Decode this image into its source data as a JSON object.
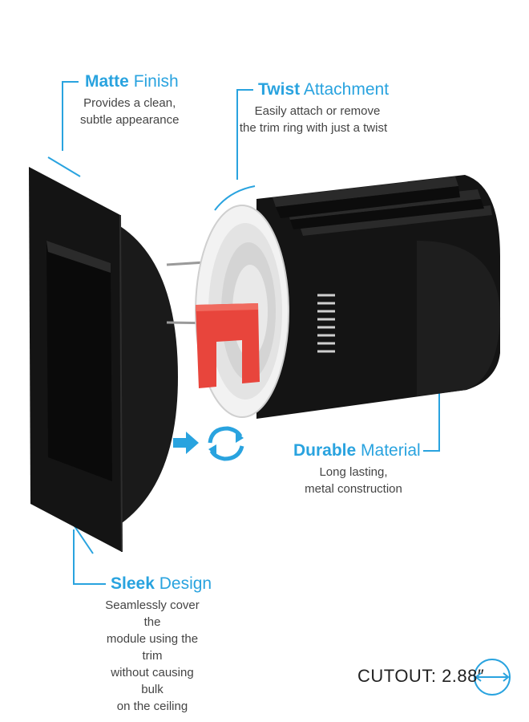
{
  "callouts": {
    "matte": {
      "bold": "Matte",
      "light": "Finish",
      "desc": [
        "Provides a clean,",
        "subtle appearance"
      ]
    },
    "twist": {
      "bold": "Twist",
      "light": "Attachment",
      "desc": [
        "Easily attach or remove",
        "the trim ring with just a twist"
      ]
    },
    "durable": {
      "bold": "Durable",
      "light": "Material",
      "desc": [
        "Long lasting,",
        "metal construction"
      ]
    },
    "sleek": {
      "bold": "Sleek",
      "light": "Design",
      "desc": [
        "Seamlessly cover the",
        "module using the trim",
        "without causing bulk",
        "on the ceiling"
      ]
    }
  },
  "cutout": {
    "label": "CUTOUT:",
    "value": "2.88″"
  },
  "colors": {
    "accent": "#29a3df",
    "clip": "#e8453c",
    "product": "#111111"
  },
  "icons": [
    "arrow-right-icon",
    "rotate-icon",
    "diameter-icon"
  ]
}
